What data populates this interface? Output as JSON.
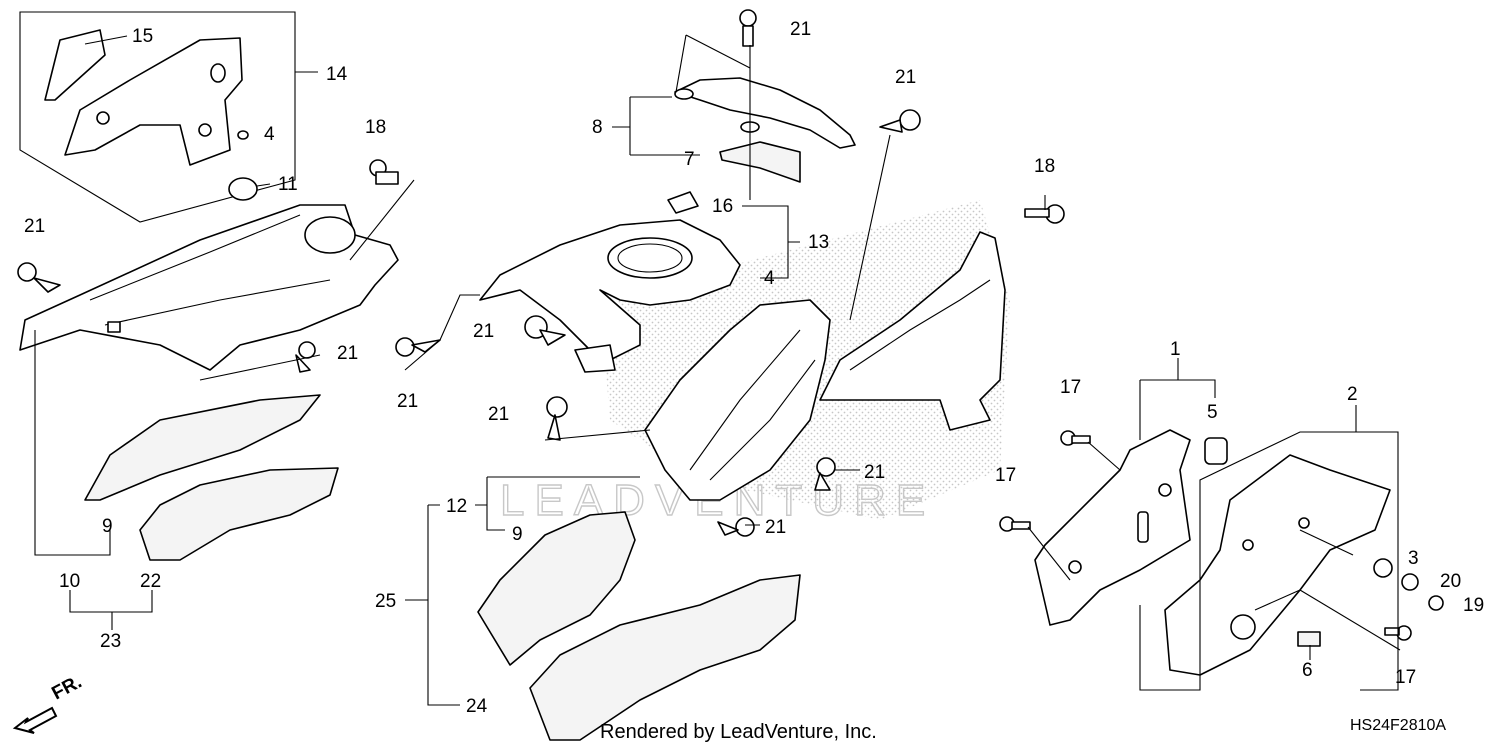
{
  "diagram": {
    "callouts": {
      "c1": "1",
      "c2": "2",
      "c3": "3",
      "c4a": "4",
      "c4b": "4",
      "c5": "5",
      "c6": "6",
      "c7": "7",
      "c8": "8",
      "c9a": "9",
      "c9b": "9",
      "c10": "10",
      "c11": "11",
      "c12": "12",
      "c13": "13",
      "c14": "14",
      "c15": "15",
      "c16": "16",
      "c17a": "17",
      "c17b": "17",
      "c17c": "17",
      "c18a": "18",
      "c18b": "18",
      "c19": "19",
      "c20": "20",
      "c21a": "21",
      "c21b": "21",
      "c21c": "21",
      "c21d": "21",
      "c21e": "21",
      "c21f": "21",
      "c21g": "21",
      "c21h": "21",
      "c21i": "21",
      "c22": "22",
      "c23": "23",
      "c24": "24",
      "c25": "25"
    },
    "direction_label": "FR.",
    "watermark": "LEADVENTURE",
    "footer_credit": "Rendered by LeadVenture, Inc.",
    "diagram_code": "HS24F2810A"
  }
}
